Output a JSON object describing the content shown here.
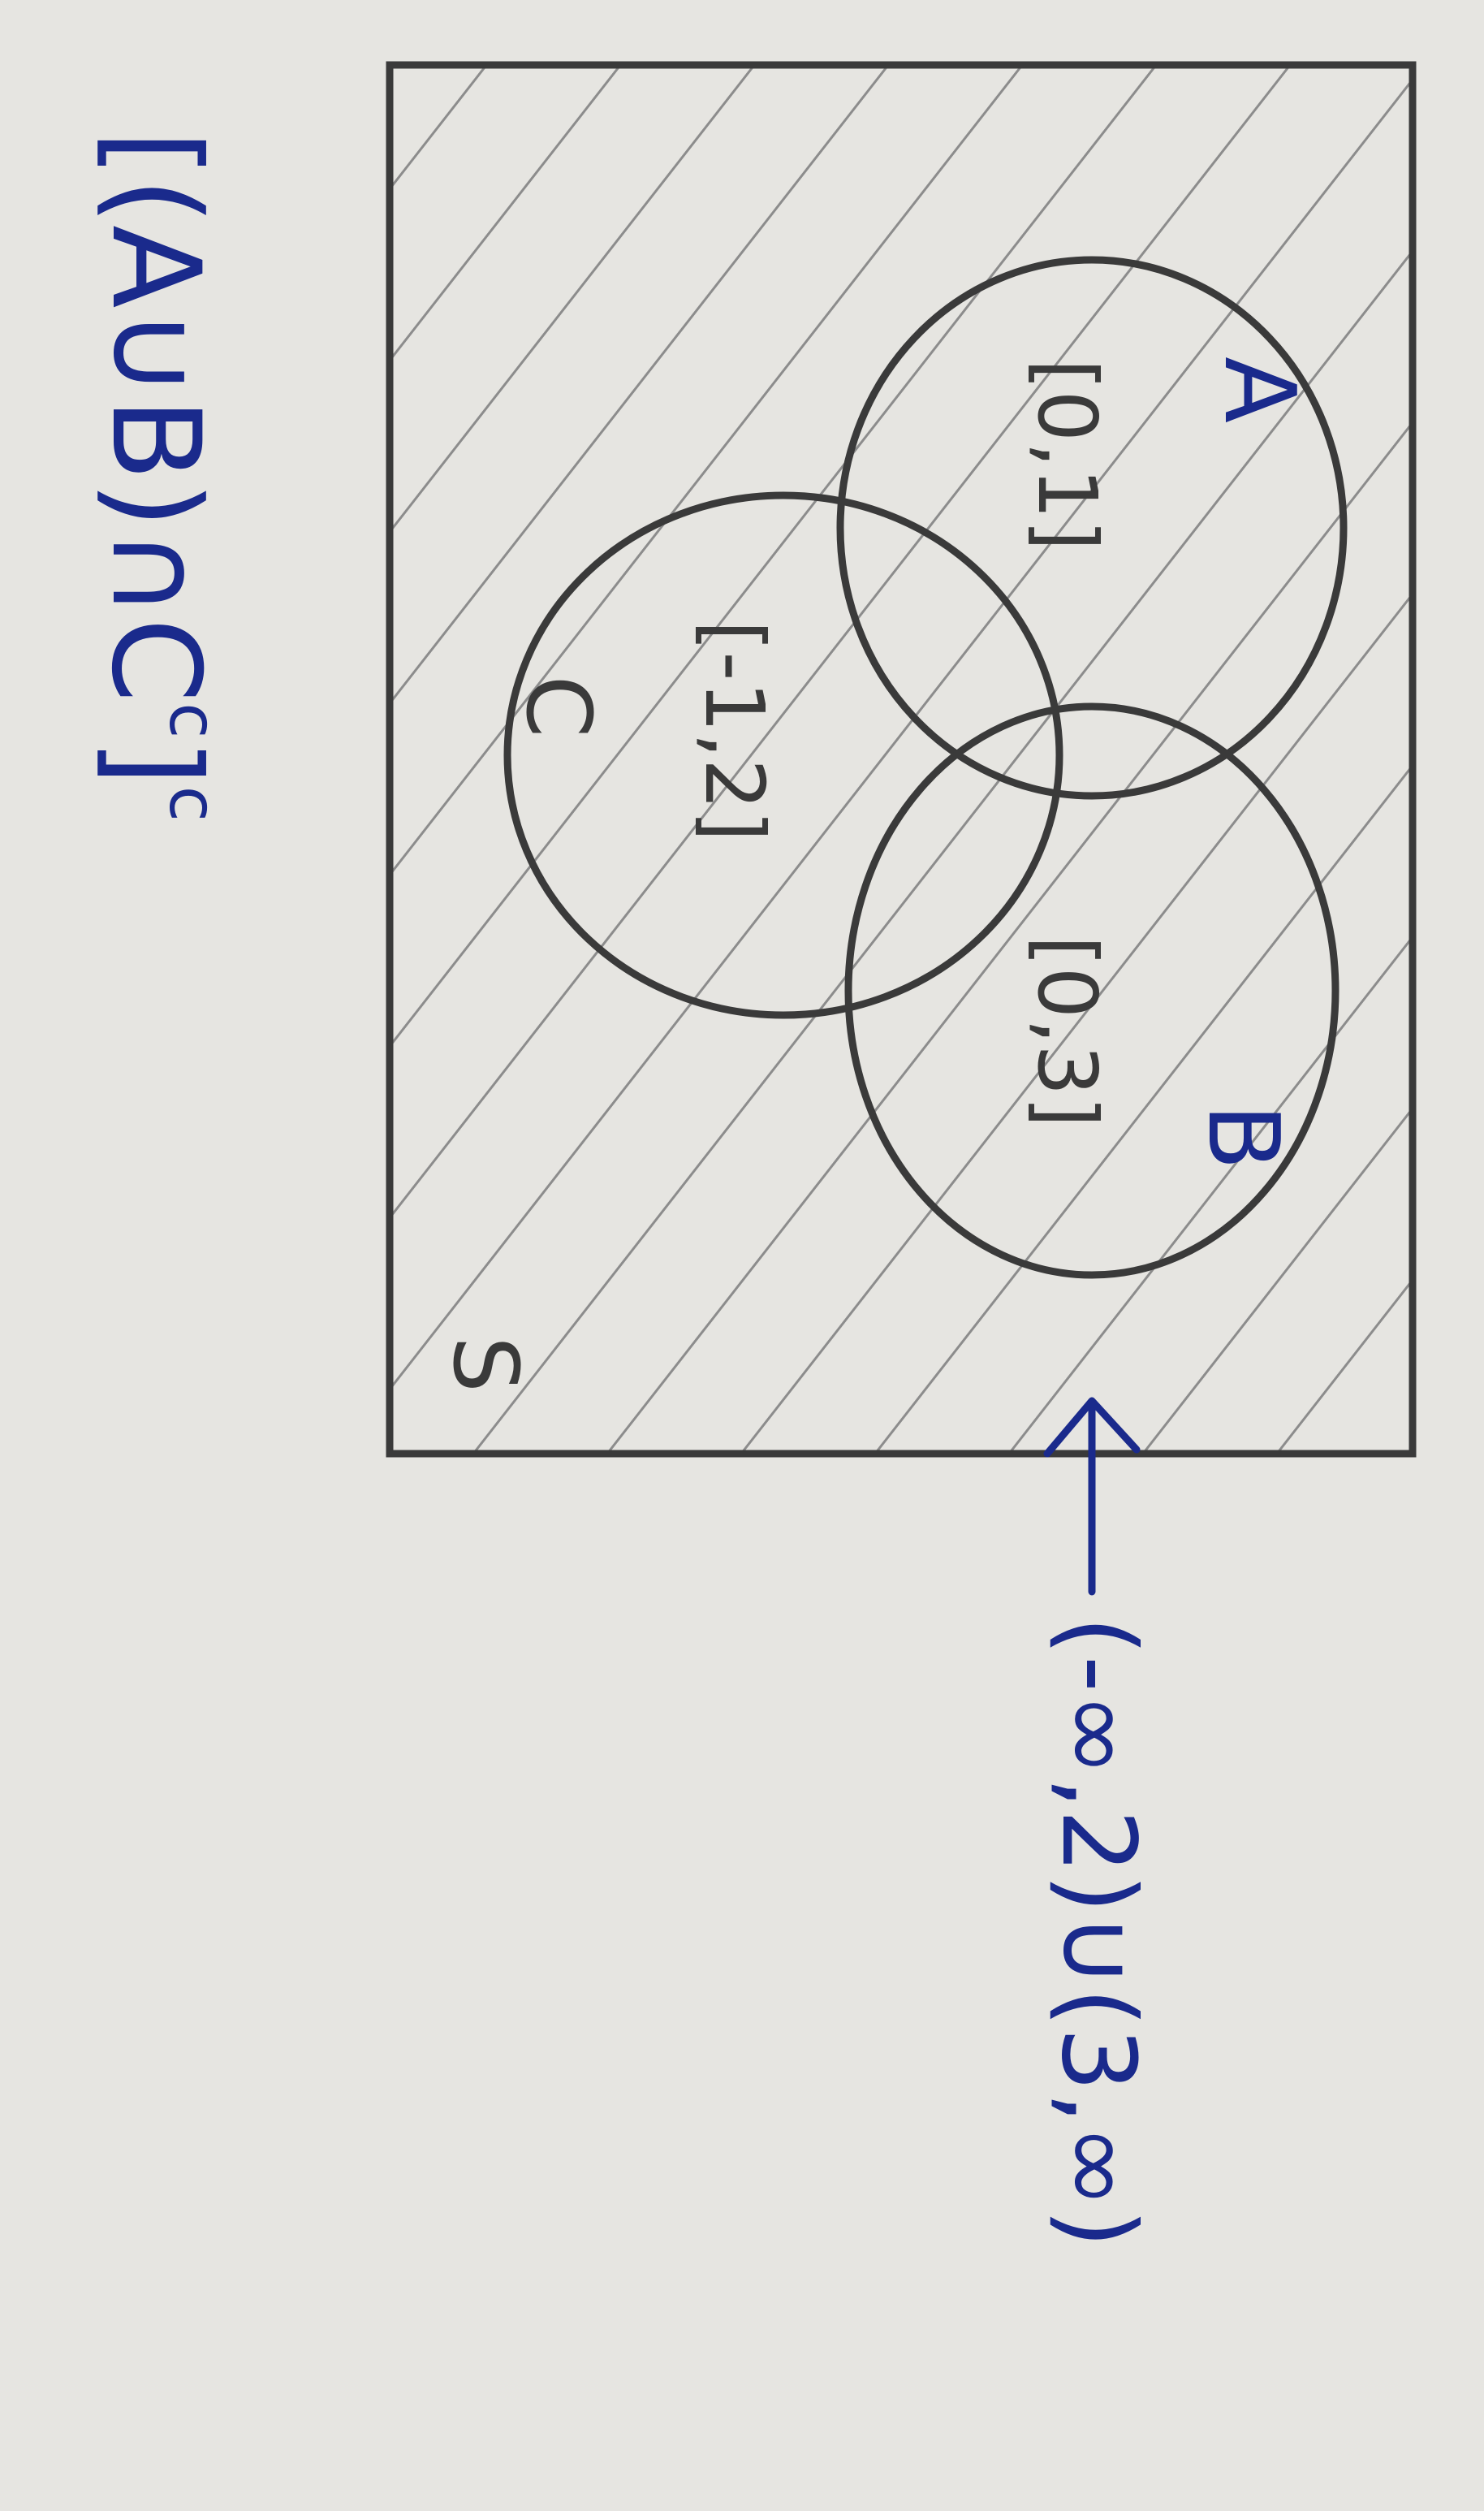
{
  "diagram": {
    "universe_label": "S",
    "sets": [
      {
        "name": "A",
        "interval": "[0,1]"
      },
      {
        "name": "B",
        "interval": "[0,3]"
      },
      {
        "name": "C",
        "interval": "[-1,2]"
      }
    ],
    "expression": "[(A∪B)∩C",
    "expression_sup_inner": "c",
    "expression_close": "]",
    "expression_sup_outer": "c",
    "shaded_region_label": "(-∞,2)∪(3,∞)"
  },
  "colors": {
    "paper": "#e6e5e1",
    "pencil": "#3a3a3a",
    "hatch": "#8c8c8c",
    "ink": "#1a2a8c"
  }
}
